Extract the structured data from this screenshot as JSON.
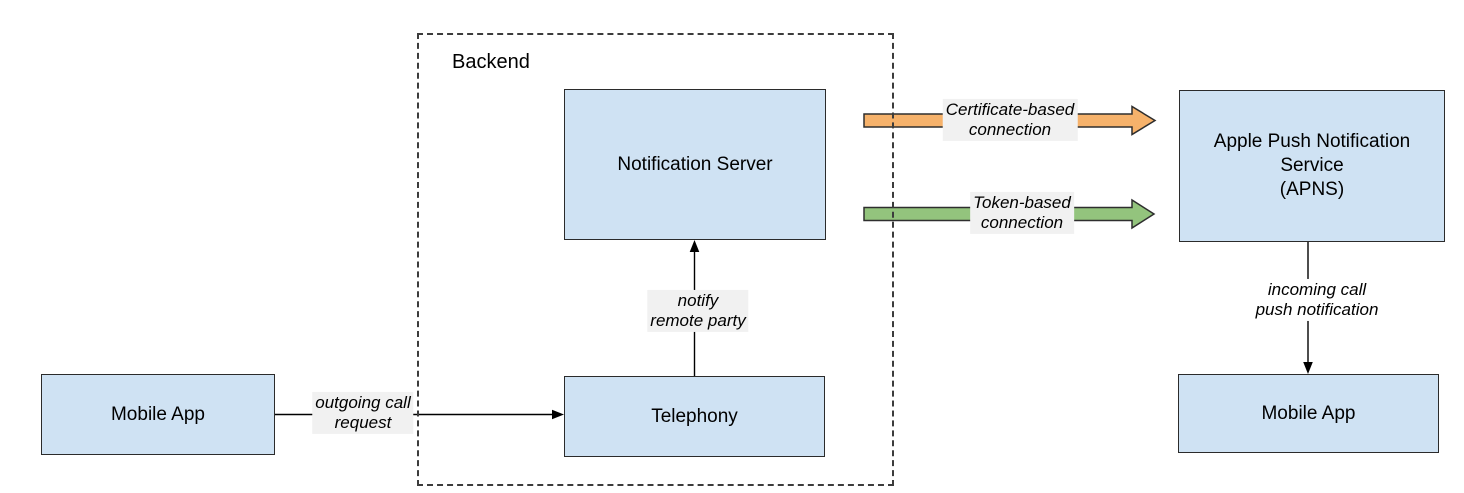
{
  "diagram": {
    "backend_group": {
      "label": "Backend"
    },
    "nodes": {
      "mobile_app_left": {
        "label": "Mobile App"
      },
      "notification_server": {
        "label": "Notification Server"
      },
      "telephony": {
        "label": "Telephony"
      },
      "apns": {
        "label": "Apple Push Notification\nService\n(APNS)"
      },
      "mobile_app_right": {
        "label": "Mobile App"
      }
    },
    "edges": {
      "outgoing_call": {
        "label": "outgoing call\nrequest"
      },
      "notify_remote_party": {
        "label": "notify\nremote party"
      },
      "certificate_connection": {
        "label": "Certificate-based\nconnection"
      },
      "token_connection": {
        "label": "Token-based\nconnection"
      },
      "incoming_push": {
        "label": "incoming call\npush notification"
      }
    },
    "colors": {
      "node_fill": "#CFE2F3",
      "node_stroke": "#2B2B2B",
      "certificate_arrow": "#F6B26B",
      "token_arrow": "#93C47D",
      "line": "#000000"
    }
  }
}
